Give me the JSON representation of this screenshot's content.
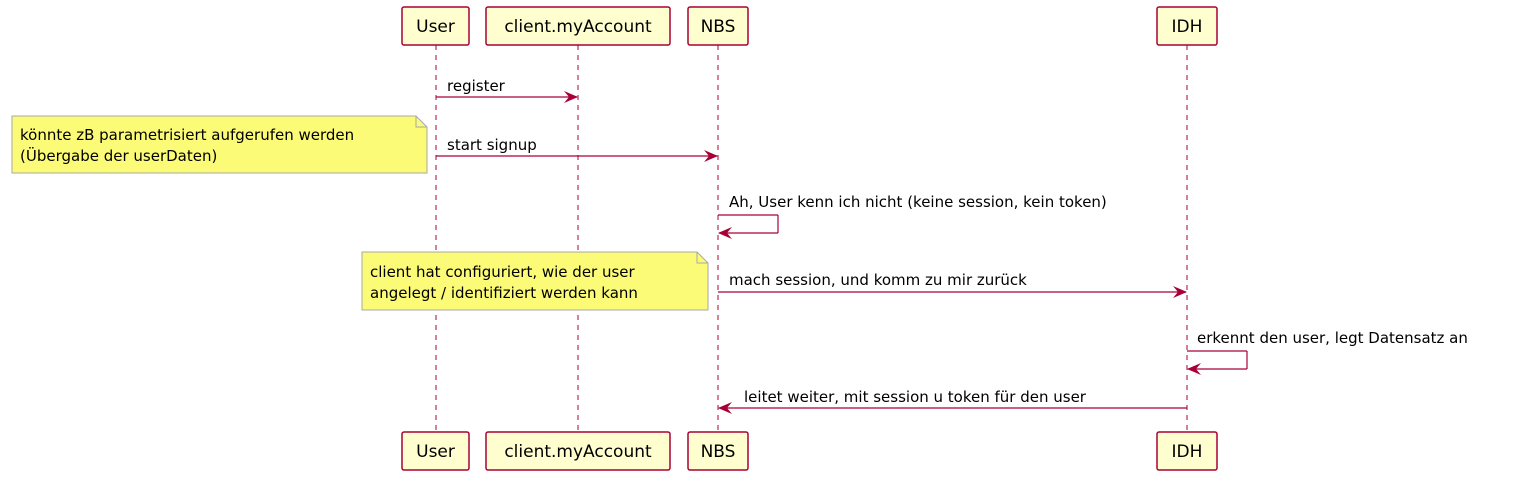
{
  "participants": [
    {
      "name": "User"
    },
    {
      "name": "client.myAccount"
    },
    {
      "name": "NBS"
    },
    {
      "name": "IDH"
    }
  ],
  "messages": [
    {
      "text": "register"
    },
    {
      "text": "start signup"
    },
    {
      "text": "Ah, User kenn ich nicht (keine session, kein token)"
    },
    {
      "text": "mach session, und komm zu mir zurück"
    },
    {
      "text": "erkennt den user, legt Datensatz an"
    },
    {
      "text": "leitet weiter, mit session u token für den user"
    }
  ],
  "notes": [
    {
      "lines": [
        "könnte zB parametrisiert aufgerufen werden",
        "(Übergabe der userDaten)"
      ]
    },
    {
      "lines": [
        "client hat configuriert, wie der user",
        "angelegt / identifiziert werden kann"
      ]
    }
  ],
  "colors": {
    "participant_fill": "#FEFECE",
    "border": "#A80036",
    "note_fill": "#FBFB77",
    "note_border": "#A8A8A8"
  }
}
